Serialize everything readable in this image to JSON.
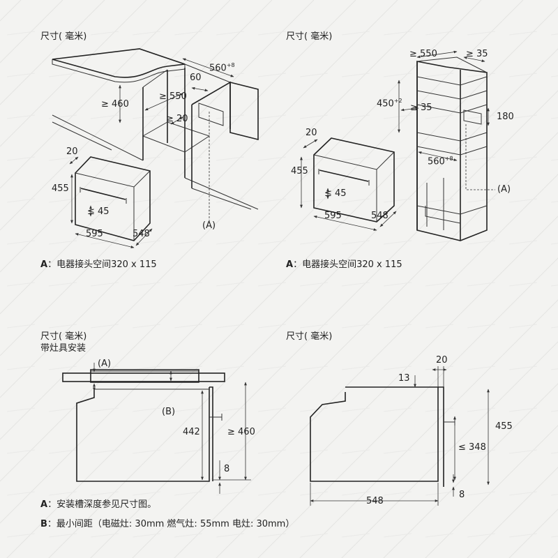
{
  "panels": {
    "top_left": {
      "title": "尺寸( 毫米)",
      "dims": {
        "d560": "560",
        "d560_sup": "+8",
        "d60": "60",
        "d460": "≥ 460",
        "d550": "≥ 550",
        "d20_inner": "≥ 20",
        "d20": "20",
        "d455": "455",
        "d45": "≤ 45",
        "d595": "595",
        "d548": "548",
        "labelA": "(A)"
      },
      "note_prefix": "A",
      "note_text": "：电器接头空间320 x 115"
    },
    "top_right": {
      "title": "尺寸( 毫米)",
      "dims": {
        "d550": "≥ 550",
        "d35_top": "≥ 35",
        "d450": "450",
        "d450_sup": "+2",
        "d35_mid": "≥ 35",
        "d180": "180",
        "d560": "560",
        "d560_sup": "+8",
        "d20": "20",
        "d455": "455",
        "d45": "≤ 45",
        "d595": "595",
        "d548": "548",
        "labelA": "(A)"
      },
      "note_prefix": "A",
      "note_text": "：电器接头空间320 x 115"
    },
    "bottom_left": {
      "title_line1": "尺寸( 毫米)",
      "title_line2": "带灶具安装",
      "dims": {
        "labelA": "(A)",
        "labelB": "(B)",
        "d442": "442",
        "d460": "≥ 460",
        "d8": "8"
      }
    },
    "bottom_right": {
      "title": "尺寸( 毫米)",
      "dims": {
        "d20": "20",
        "d13": "13",
        "d455": "455",
        "d348": "≤ 348",
        "d548": "548",
        "d8": "8"
      }
    }
  },
  "notes_bottom": {
    "a_prefix": "A",
    "a_text": "：安装槽深度参见尺寸图。",
    "b_prefix": "B",
    "b_text": "：最小间距（电磁灶: 30mm 燃气灶: 55mm 电灶: 30mm）"
  }
}
